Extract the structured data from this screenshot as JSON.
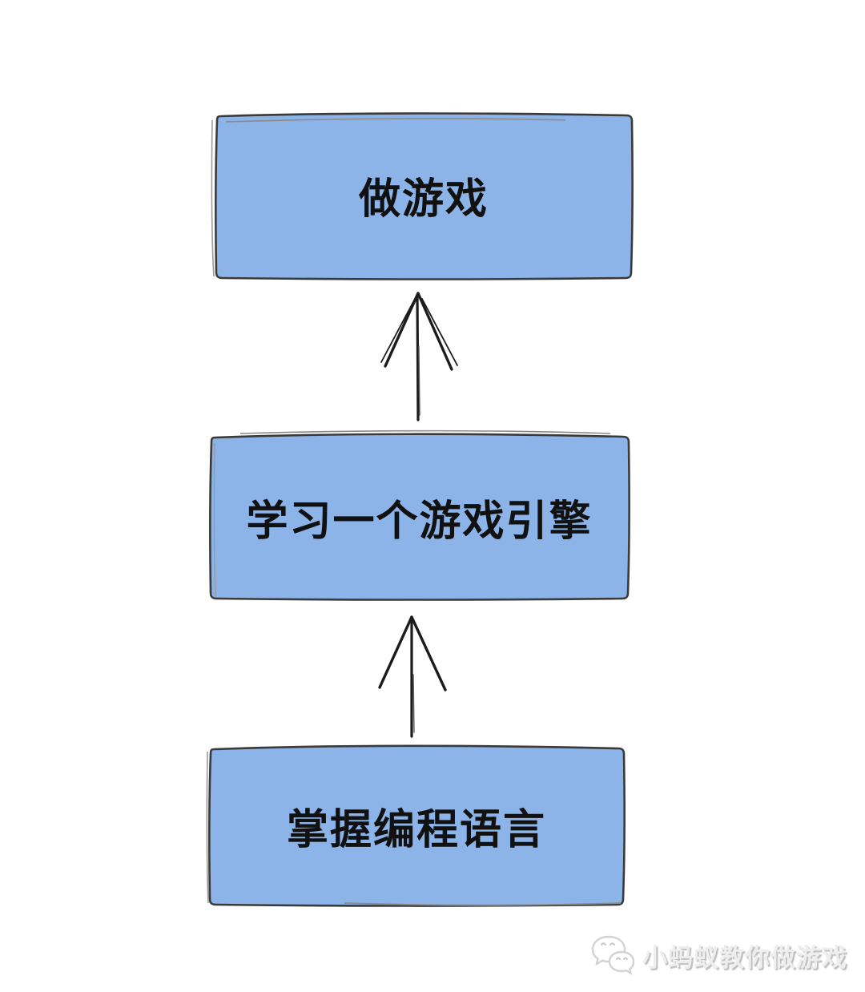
{
  "diagram": {
    "type": "flowchart",
    "nodes": [
      {
        "id": "top",
        "label": "做游戏"
      },
      {
        "id": "middle",
        "label": "学习一个游戏引擎"
      },
      {
        "id": "bottom",
        "label": "掌握编程语言"
      }
    ],
    "edges": [
      {
        "from": "bottom",
        "to": "middle",
        "direction": "up",
        "style": "hand-drawn-arrow"
      },
      {
        "from": "middle",
        "to": "top",
        "direction": "up",
        "style": "hand-drawn-arrow"
      }
    ],
    "colors": {
      "node_fill": "#8cb4e8",
      "node_border": "#3a3a3a",
      "node_text": "#111111",
      "background": "#ffffff",
      "watermark": "#e0e0e0"
    }
  },
  "watermark": {
    "text": "小蚂蚁教你做游戏",
    "icon": "wechat-icon"
  }
}
